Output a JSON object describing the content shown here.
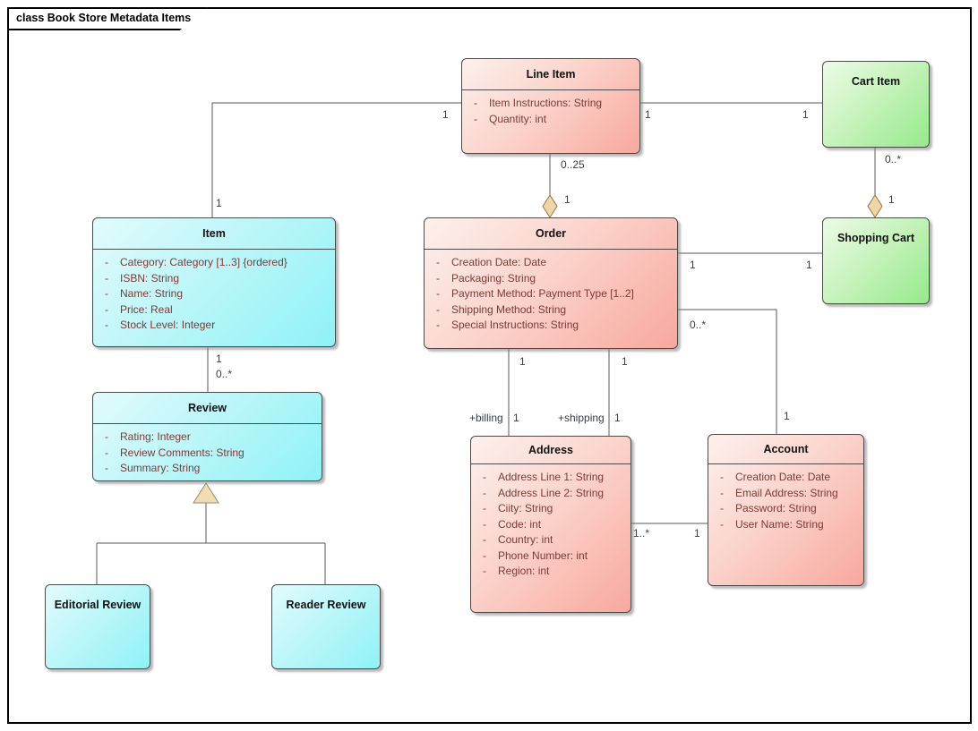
{
  "frame": {
    "title": "class Book Store Metadata Items"
  },
  "ui": {
    "visibility_marker": "-"
  },
  "colors": {
    "pink_light": "#fdf0ed",
    "pink_dark": "#f8a89d",
    "green_light": "#ecfbe7",
    "green_dark": "#96e98c",
    "cyan_light": "#e2fbfc",
    "cyan_dark": "#8ff2f7",
    "attribute_text": "#7d3a36",
    "diamond_fill": "#f0d6a7",
    "triangle_fill": "#f2dcb3",
    "line_stroke": "#5a5a5a"
  },
  "classes": {
    "line_item": {
      "name": "Line Item",
      "attributes": [
        "Item Instructions: String",
        "Quantity: int"
      ]
    },
    "cart_item": {
      "name": "Cart Item",
      "attributes": []
    },
    "shopping_cart": {
      "name": "Shopping Cart",
      "attributes": []
    },
    "item": {
      "name": "Item",
      "attributes": [
        "Category: Category [1..3] {ordered}",
        "ISBN: String",
        "Name: String",
        "Price: Real",
        "Stock Level: Integer"
      ]
    },
    "order": {
      "name": "Order",
      "attributes": [
        "Creation Date: Date",
        "Packaging: String",
        "Payment Method: Payment Type [1..2]",
        "Shipping Method: String",
        "Special Instructions: String"
      ]
    },
    "review": {
      "name": "Review",
      "attributes": [
        "Rating: Integer",
        "Review Comments: String",
        "Summary: String"
      ]
    },
    "address": {
      "name": "Address",
      "attributes": [
        "Address Line 1: String",
        "Address Line 2: String",
        "Ciity: String",
        "Code: int",
        "Country: int",
        "Phone Number: int",
        "Region: int"
      ]
    },
    "account": {
      "name": "Account",
      "attributes": [
        "Creation Date: Date",
        "Email Address: String",
        "Password: String",
        "User Name: String"
      ]
    },
    "editorial_review": {
      "name": "Editorial Review",
      "attributes": []
    },
    "reader_review": {
      "name": "Reader Review",
      "attributes": []
    }
  },
  "labels": {
    "li_item_src": "1",
    "li_item_tgt": "1",
    "li_cart_src": "1",
    "li_cart_tgt": "1",
    "li_order_mult": "0..25",
    "li_order_diamond": "1",
    "cart_sc_mult": "0..*",
    "cart_sc_diamond": "1",
    "order_sc_src": "1",
    "order_sc_tgt": "1",
    "order_acct_src": "0..*",
    "order_acct_tgt": "1",
    "billing_src": "1",
    "billing_role": "+billing",
    "billing_tgt": "1",
    "shipping_src": "1",
    "shipping_role": "+shipping",
    "shipping_tgt": "1",
    "item_review_src": "1",
    "item_review_tgt": "0..*",
    "addr_acct_src": "1..*",
    "addr_acct_tgt": "1"
  }
}
